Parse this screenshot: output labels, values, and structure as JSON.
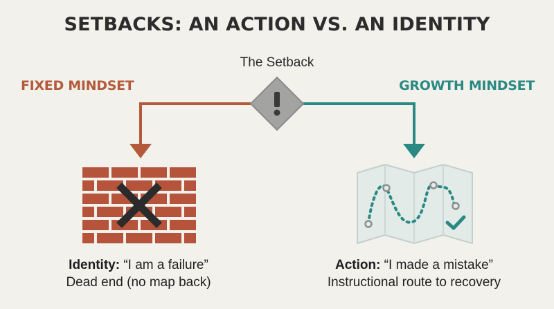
{
  "title": "SETBACKS: AN ACTION VS. AN IDENTITY",
  "center": {
    "label": "The Setback",
    "icon": "warning-diamond-icon"
  },
  "left": {
    "heading": "FIXED MINDSET",
    "icon": "brick-wall-x-icon",
    "caption_bold": "Identity:",
    "caption_quote": " “I am a failure”",
    "caption_sub": "Dead end (no map back)"
  },
  "right": {
    "heading": "GROWTH MINDSET",
    "icon": "map-route-check-icon",
    "caption_bold": "Action:",
    "caption_quote": " “I made a mistake”",
    "caption_sub": "Instructional route to recovery"
  },
  "colors": {
    "fixed": "#b45a3b",
    "growth": "#2a8a83",
    "diamond": "#a3a3a1",
    "brick": "#b5543a",
    "mortar": "#f2f1ec",
    "map": "#e3ebe9",
    "background": "#f2f1ec"
  }
}
